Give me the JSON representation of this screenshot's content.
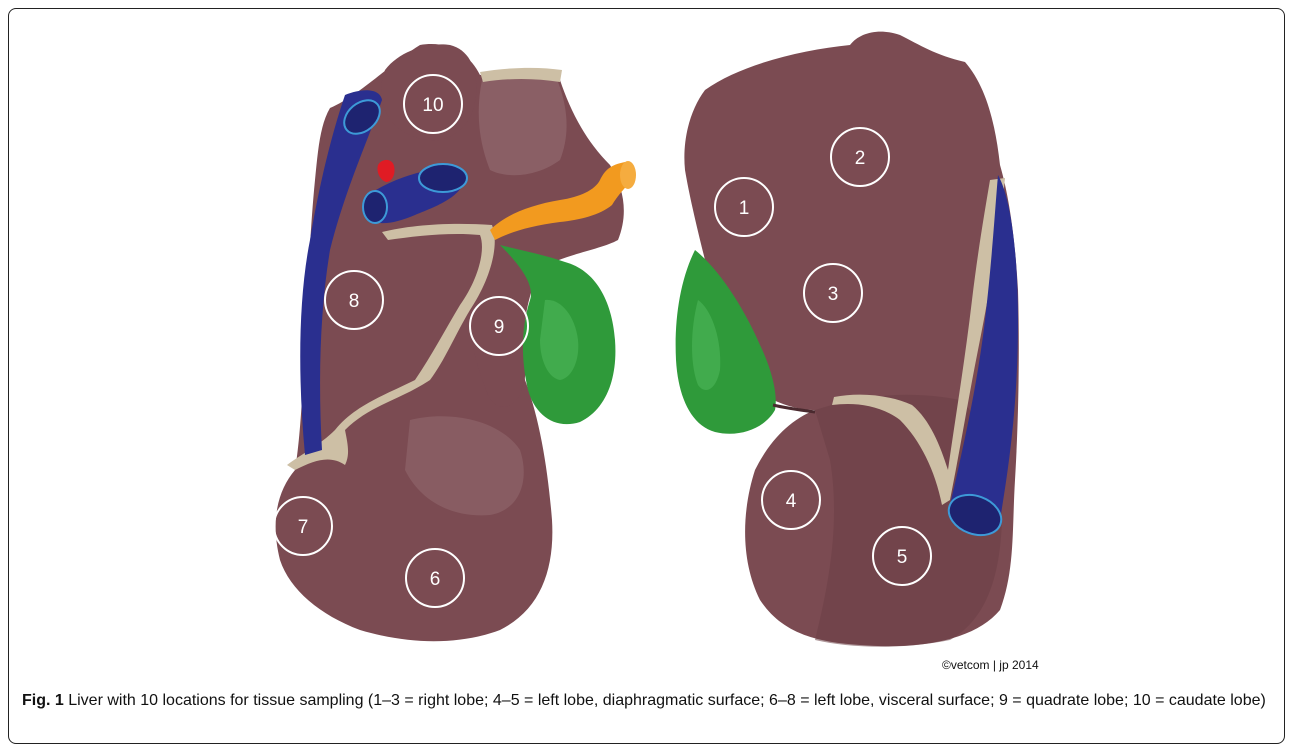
{
  "figure": {
    "locations": [
      "1",
      "2",
      "3",
      "4",
      "5",
      "6",
      "7",
      "8",
      "9",
      "10"
    ],
    "credit": "©vetcom | jp 2014",
    "caption_label": "Fig. 1",
    "caption_text": " Liver with 10 locations for tissue sampling (1–3 = right lobe; 4–5 = left lobe, diaphragmatic surface; 6–8 = left lobe, visceral surface; 9 = quadrate lobe; 10 = caudate lobe)"
  },
  "colors": {
    "liver": "#7b4b52",
    "liver_light": "#8e646a",
    "liver_dark": "#6b3f46",
    "ligament": "#cdbfa5",
    "vena_cava": "#2a2f8f",
    "vena_cava_rim": "#3d9ad8",
    "bile_duct": "#f29a1f",
    "gallbladder": "#2f9a3a",
    "artery": "#e01b24",
    "marker": "#ffffff"
  }
}
